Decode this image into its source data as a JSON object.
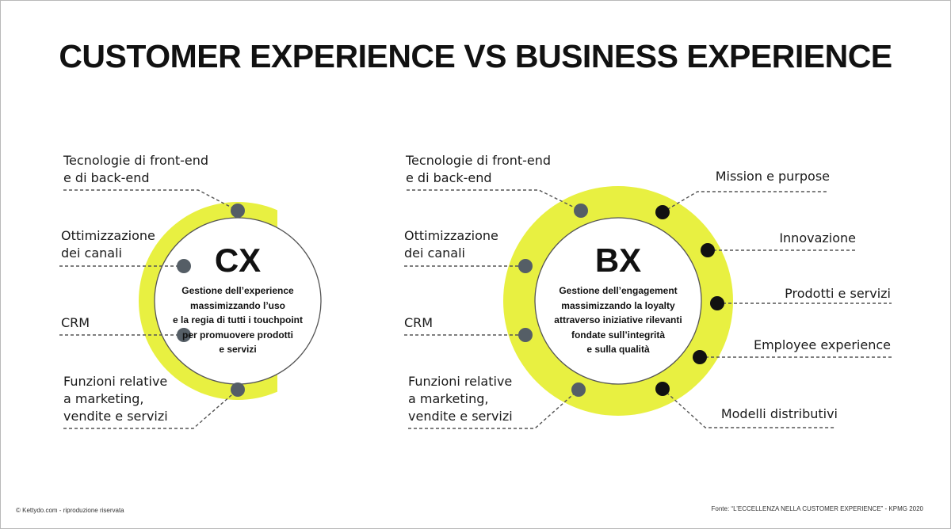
{
  "title": "CUSTOMER EXPERIENCE VS BUSINESS EXPERIENCE",
  "colors": {
    "ring_yellow": "#e8f041",
    "dot_grey": "#555e66",
    "dot_black": "#111111",
    "leader_line": "#555555"
  },
  "cx": {
    "center_title": "CX",
    "center_text": "Gestione dell’experience\nmassimizzando l’uso\ne la regia di tutti i touchpoint\nper promuovere prodotti\ne servizi",
    "labels": [
      "Tecnologie di front-end\ne di back-end",
      "Ottimizzazione\ndei canali",
      "CRM",
      "Funzioni relative\na marketing,\nvendite e servizi"
    ]
  },
  "bx": {
    "center_title": "BX",
    "center_text": "Gestione dell’engagement\nmassimizzando la loyalty\nattraverso iniziative rilevanti\nfondate sull’integrità\ne sulla qualità",
    "left_labels": [
      "Tecnologie di front-end\ne di back-end",
      "Ottimizzazione\ndei canali",
      "CRM",
      "Funzioni relative\na marketing,\nvendite e servizi"
    ],
    "right_labels": [
      "Mission e purpose",
      "Innovazione",
      "Prodotti e servizi",
      "Employee experience",
      "Modelli distributivi"
    ]
  },
  "footer": {
    "left": "© Kettydo.com - riproduzione riservata",
    "right": "Fonte: “L’ECCELLENZA NELLA CUSTOMER EXPERIENCE” - KPMG 2020"
  }
}
